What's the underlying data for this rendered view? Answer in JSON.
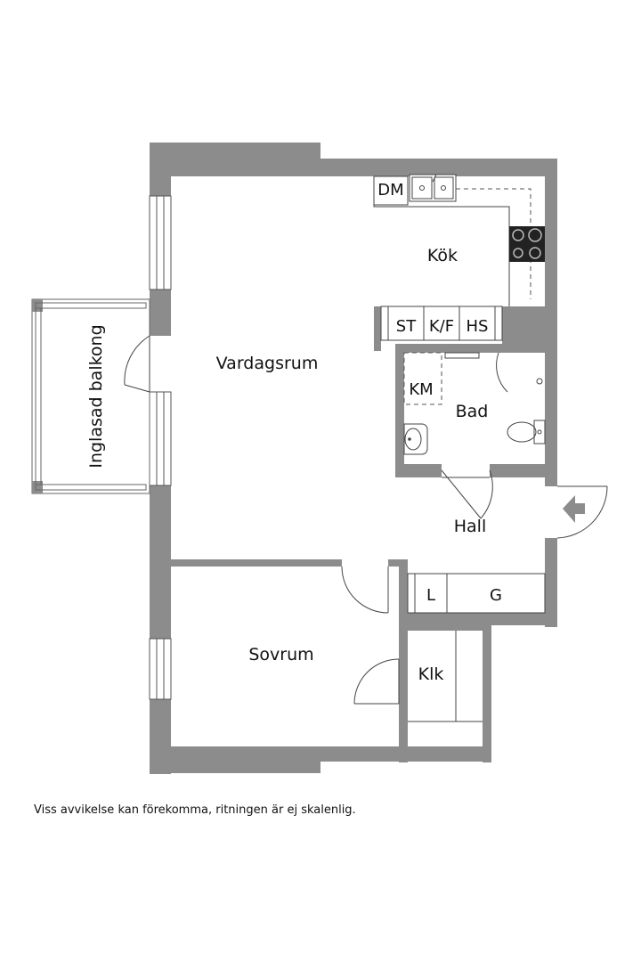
{
  "rooms": {
    "kok": "Kök",
    "vardagsrum": "Vardagsrum",
    "bad": "Bad",
    "hall": "Hall",
    "sovrum": "Sovrum",
    "klk": "Klk",
    "balkong": "Inglasad balkong"
  },
  "fixtures": {
    "dm": "DM",
    "st": "ST",
    "kf": "K/F",
    "hs": "HS",
    "km": "KM",
    "l": "L",
    "g": "G"
  },
  "disclaimer": "Viss avvikelse kan förekomma, ritningen är ej skalenlig.",
  "colors": {
    "wall": "#8c8c8c",
    "background": "#ffffff",
    "line": "#444444"
  },
  "icons": {
    "entrance": "entrance-arrow-icon"
  }
}
